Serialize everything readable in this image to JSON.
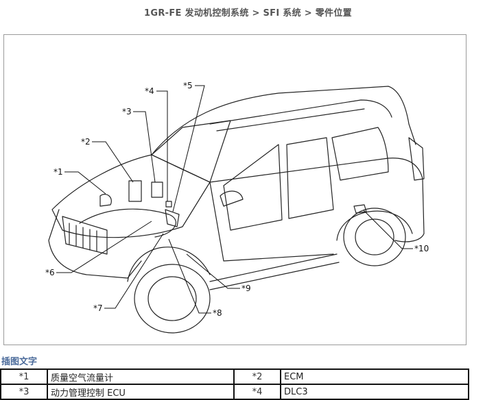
{
  "header": {
    "title": "1GR-FE 发动机控制系统 > SFI 系统 > 零件位置"
  },
  "figure": {
    "callouts": [
      "*1",
      "*2",
      "*3",
      "*4",
      "*5",
      "*6",
      "*7",
      "*8",
      "*9",
      "*10"
    ]
  },
  "legend": {
    "heading": "插图文字",
    "rows": [
      {
        "left_code": "*1",
        "left_text": "质量空气流量计",
        "right_code": "*2",
        "right_text": "ECM"
      },
      {
        "left_code": "*3",
        "left_text": "动力管理控制 ECU",
        "right_code": "*4",
        "right_text": "DLC3"
      }
    ]
  }
}
